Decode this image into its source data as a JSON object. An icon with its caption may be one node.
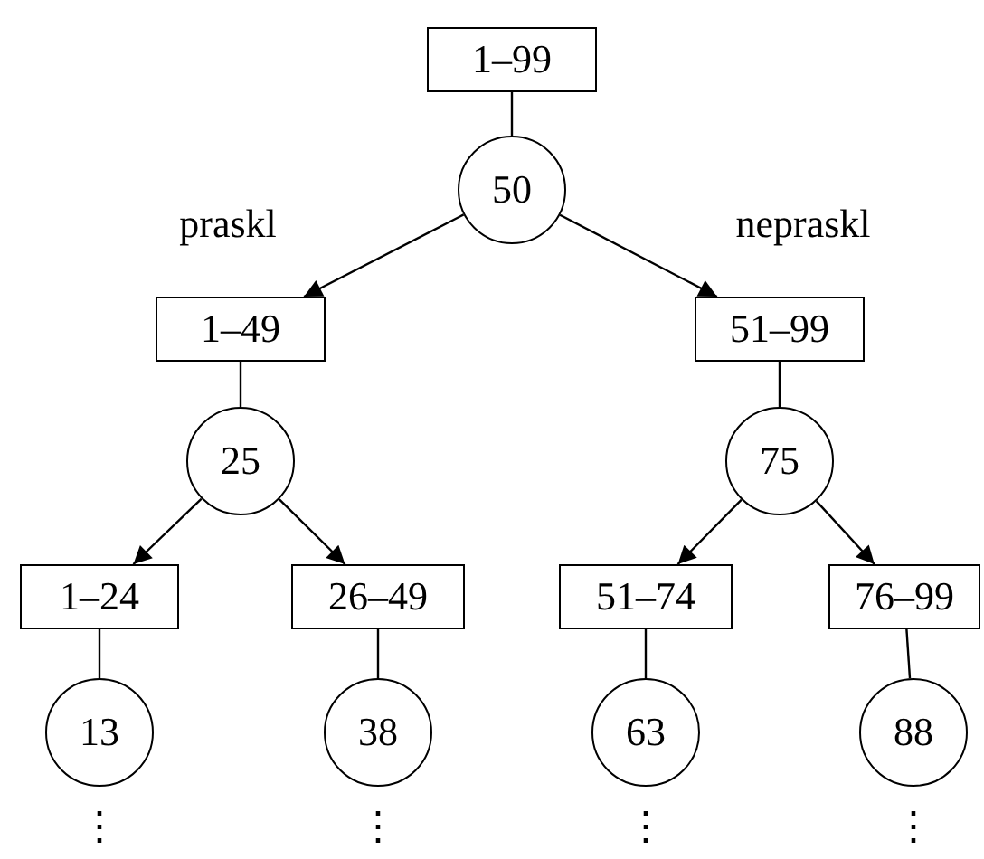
{
  "diagram": {
    "nodes": [
      {
        "text": [
          "1–99"
        ]
      },
      {
        "text": [
          "50"
        ]
      },
      {
        "text": [
          "1–49"
        ]
      },
      {
        "text": [
          "51–99"
        ]
      },
      {
        "text": [
          "25"
        ]
      },
      {
        "text": [
          "75"
        ]
      },
      {
        "text": [
          "1–24"
        ]
      },
      {
        "text": [
          "26–49"
        ]
      },
      {
        "text": [
          "51–74"
        ]
      },
      {
        "text": [
          "76–99"
        ]
      },
      {
        "text": [
          "13"
        ]
      },
      {
        "text": [
          "38"
        ]
      },
      {
        "text": [
          "63"
        ]
      },
      {
        "text": [
          "88"
        ]
      }
    ],
    "edges": [
      {
        "from": 0,
        "to": 1,
        "arrow": "none"
      },
      {
        "from": 1,
        "to": 2,
        "arrow": "to",
        "label": "praskl"
      },
      {
        "from": 1,
        "to": 3,
        "arrow": "to",
        "label": "nepraskl"
      },
      {
        "from": 2,
        "to": 4,
        "arrow": "none"
      },
      {
        "from": 3,
        "to": 5,
        "arrow": "none"
      },
      {
        "from": 4,
        "to": 6,
        "arrow": "to"
      },
      {
        "from": 4,
        "to": 7,
        "arrow": "to"
      },
      {
        "from": 5,
        "to": 8,
        "arrow": "to"
      },
      {
        "from": 5,
        "to": 9,
        "arrow": "to"
      },
      {
        "from": 6,
        "to": 10,
        "arrow": "none"
      },
      {
        "from": 7,
        "to": 11,
        "arrow": "none"
      },
      {
        "from": 8,
        "to": 12,
        "arrow": "none"
      },
      {
        "from": 9,
        "to": 13,
        "arrow": "none"
      }
    ],
    "labels": [
      "⋮",
      "⋮",
      "⋮",
      "⋮"
    ]
  }
}
